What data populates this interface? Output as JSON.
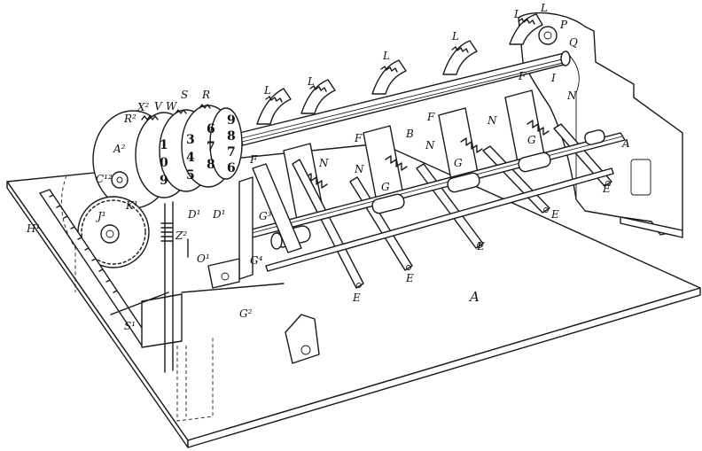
{
  "labels": {
    "L1": "L",
    "L2": "L",
    "L3": "L",
    "L4": "L",
    "L5": "L",
    "L6": "L",
    "P": "P",
    "Q": "Q",
    "I": "I",
    "N1": "N",
    "N2": "N",
    "N3": "N",
    "N4": "N",
    "N5": "N",
    "B": "B",
    "F1": "F",
    "F2": "F",
    "F3": "F",
    "F4": "F",
    "G1": "G",
    "G2": "G",
    "G3": "G",
    "E1": "E",
    "E2": "E",
    "E3": "E",
    "E4": "E",
    "E5": "E",
    "A_main": "A",
    "A_right": "A",
    "A2": "A²",
    "R2": "R²",
    "X2": "X²",
    "V": "V",
    "W": "W",
    "S": "S",
    "R": "R",
    "C12": "C¹²",
    "K1": "K¹",
    "J1": "J¹",
    "H1": "H¹",
    "D1": "D¹",
    "D2": "D¹",
    "Z2": "Z²",
    "O1": "O¹",
    "G2label": "G²",
    "G3label": "G³",
    "G4label": "G⁴",
    "S1": "S¹"
  },
  "wheel_digits": {
    "wheel1": [
      "1",
      "0",
      "9"
    ],
    "wheel2": [
      "3",
      "4",
      "5"
    ],
    "wheel3": [
      "6",
      "7",
      "8"
    ],
    "wheel4": [
      "9",
      "8",
      "7",
      "6"
    ]
  }
}
